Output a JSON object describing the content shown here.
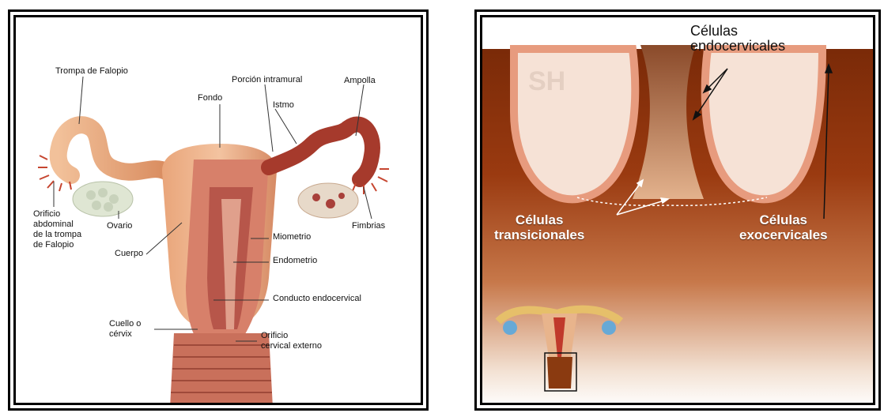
{
  "left_panel": {
    "labels": {
      "trompa": "Trompa de Falopio",
      "porcion": "Porción intramural",
      "ampolla": "Ampolla",
      "fondo": "Fondo",
      "istmo": "Istmo",
      "orificio_abdominal": "Orificio\nabdominal\nde la trompa\nde Falopio",
      "ovario": "Ovario",
      "fimbrias": "Fimbrias",
      "cuerpo": "Cuerpo",
      "miometrio": "Miometrio",
      "endometrio": "Endometrio",
      "conducto": "Conducto endocervical",
      "cuello": "Cuello o\ncérvix",
      "orificio_cervical": "Orificio\ncervical externo"
    }
  },
  "right_panel": {
    "watermark": "SH",
    "labels": {
      "endocervicales": "Células\nendocervicales",
      "transicionales": "Células\ntransicionales",
      "exocervicales": "Células\nexocervicales"
    }
  },
  "colors": {
    "tissue": "#e8a77a",
    "muscle": "#c96a5a",
    "dark_red": "#9b2f25",
    "brown": "#8a3a10"
  }
}
